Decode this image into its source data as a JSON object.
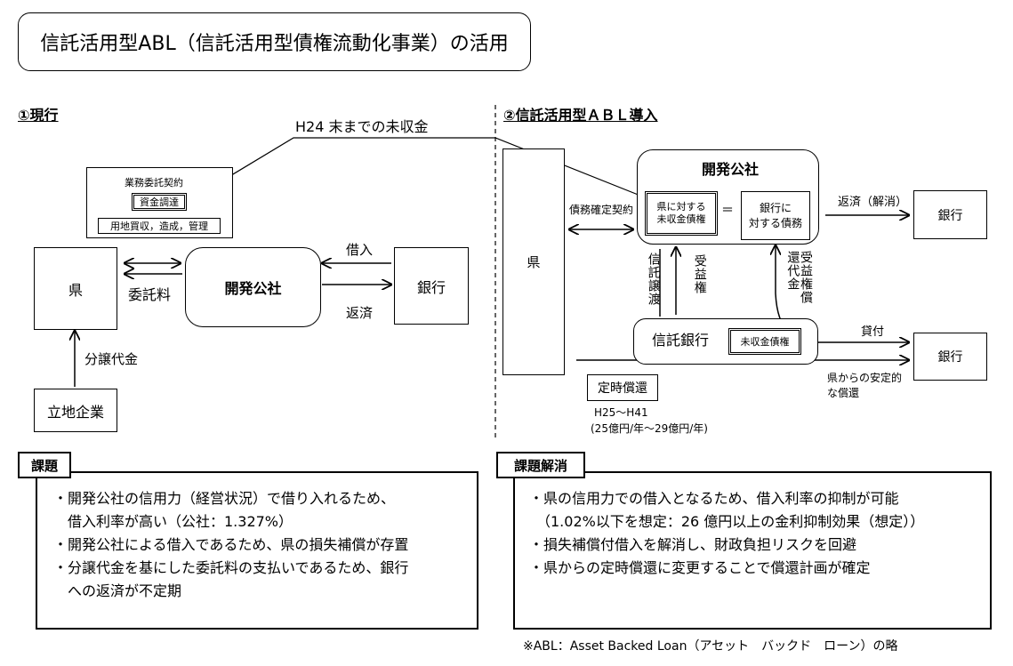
{
  "title": "信託活用型ABL（信託活用型債権流動化事業）の活用",
  "left": {
    "section_label": "①現行",
    "h24_label": "H24 末までの未収金",
    "contract_label": "業務委託契約",
    "funding_label": "資金調達",
    "land_label": "用地買収，造成，管理",
    "prefecture": "県",
    "corporation": "開発公社",
    "bank": "銀行",
    "company": "立地企業",
    "fee_label": "委託料",
    "borrow_label": "借入",
    "repay_label": "返済",
    "sale_price_label": "分譲代金"
  },
  "right": {
    "section_label": "②信託活用型ＡＢＬ導入",
    "prefecture": "県",
    "corporation": "開発公社",
    "receivable_box": "県に対する\n未収金債権",
    "equals": "＝",
    "debt_box": "銀行に\n対する債務",
    "debt_contract_label": "債務確定契約",
    "repay_resolve_label": "返済（解消）",
    "bank_top": "銀行",
    "trust_transfer": "信託譲渡",
    "beneficial_right": "受益権",
    "redemption_price": "受益権償還代金",
    "trust_bank": "信託銀行",
    "receivable_small": "未収金債権",
    "loan_label": "貸付",
    "bank_bottom": "銀行",
    "stable_repay": "県からの安定的\nな償還",
    "scheduled_repay": "定時償還",
    "period": "H25～H41",
    "amount": "(25億円/年～29億円/年)"
  },
  "issues": {
    "label": "課題",
    "items": [
      "・開発公社の信用力（経営状況）で借り入れるため、",
      "　借入利率が高い（公社：1.327%）",
      "・開発公社による借入であるため、県の損失補償が存置",
      "・分譲代金を基にした委託料の支払いであるため、銀行",
      "　への返済が不定期"
    ]
  },
  "solutions": {
    "label": "課題解消",
    "items": [
      "・県の信用力での借入となるため、借入利率の抑制が可能",
      "　（1.02%以下を想定：26 億円以上の金利抑制効果（想定））",
      "・損失補償付借入を解消し、財政負担リスクを回避",
      "・県からの定時償還に変更することで償還計画が確定"
    ]
  },
  "footnote": "※ABL：Asset Backed Loan（アセット　バックド　ローン）の略"
}
